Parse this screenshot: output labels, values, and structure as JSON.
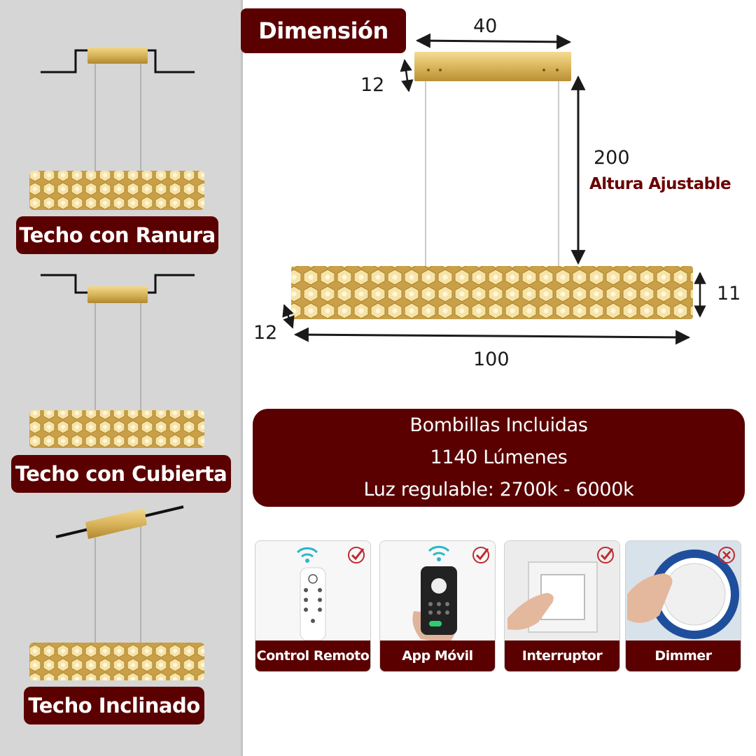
{
  "mount_types": [
    {
      "label": "Techo con Ranura"
    },
    {
      "label": "Techo con Cubierta"
    },
    {
      "label": "Techo Inclinado"
    }
  ],
  "dimension": {
    "title": "Dimensión",
    "top_width": "40",
    "canopy_height": "12",
    "cable_length": "200",
    "adjustable_label": "Altura Ajustable",
    "body_height": "11",
    "body_depth": "12",
    "body_length": "100"
  },
  "specs": {
    "lines": [
      "Bombillas Incluidas",
      "1140 Lúmenes",
      "Luz regulable: 2700k - 6000k"
    ]
  },
  "controls": [
    {
      "label": "Control Remoto",
      "supported": true,
      "icon": "remote-control-icon"
    },
    {
      "label": "App Móvil",
      "supported": true,
      "icon": "smartphone-app-icon"
    },
    {
      "label": "Interruptor",
      "supported": true,
      "icon": "wall-switch-icon"
    },
    {
      "label": "Dimmer",
      "supported": false,
      "icon": "dimmer-knob-icon"
    }
  ],
  "colors": {
    "brand_dark": "#5a0000",
    "accent_text": "#6b0000",
    "gold": "#d9b45a",
    "check_red": "#c0282d"
  }
}
